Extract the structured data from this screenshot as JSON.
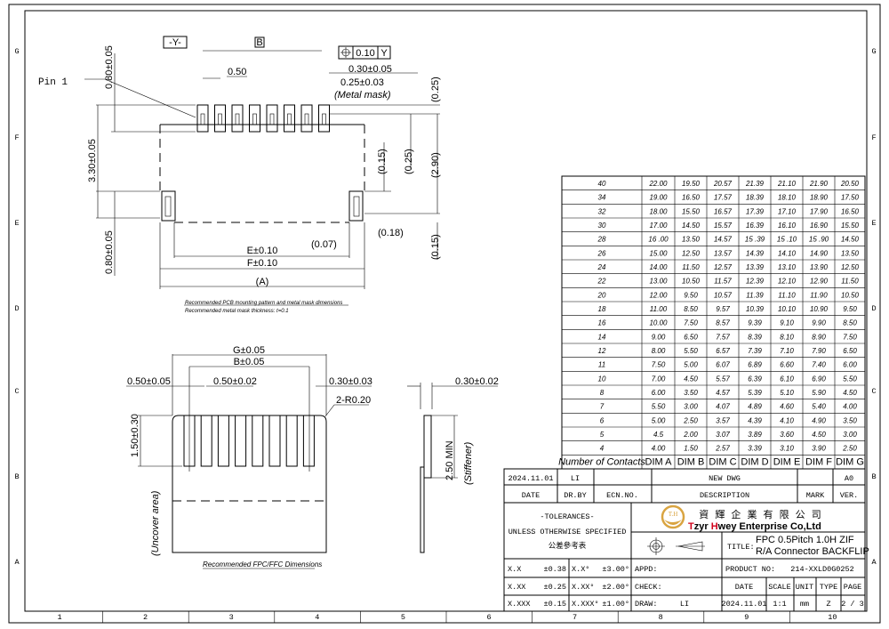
{
  "frame": {
    "rows": [
      "G",
      "F",
      "E",
      "D",
      "C",
      "B",
      "A"
    ],
    "cols": [
      "1",
      "2",
      "3",
      "4",
      "5",
      "6",
      "7",
      "8",
      "9",
      "10"
    ]
  },
  "pcb_view": {
    "datum_y": "-Y-",
    "dim_b": "B",
    "position_tol": "0.10",
    "position_datum": "Y",
    "pitch": "0.50",
    "pad_width": "0.30±0.05",
    "mask_width": "0.25±0.03",
    "mask_note": "(Metal mask)",
    "pin1": "Pin 1",
    "top_pad_len": "0.80±0.05",
    "overall_len": "3.30±0.05",
    "side_pad_len": "0.80±0.05",
    "ref_025a": "(0.25)",
    "ref_025b": "(0.25)",
    "ref_015a": "(0.15)",
    "ref_290": "(2.90)",
    "ref_015b": "(0.15)",
    "ref_007": "(0.07)",
    "ref_018": "(0.18)",
    "dim_e": "E±0.10",
    "dim_f": "F±0.10",
    "dim_a": "(A)",
    "caption1": "Recommended PCB mounting pattern and metal mask dimensions",
    "caption2": "Recommended metal mask thickness: t=0.1"
  },
  "fpc_view": {
    "dim_g": "G±0.05",
    "dim_b": "B±0.05",
    "edge": "0.50±0.05",
    "pitch": "0.50±0.02",
    "finger_w": "0.30±0.03",
    "radius": "2-R0.20",
    "finger_len": "1.50±0.30",
    "uncover": "(Uncover area)",
    "caption": "Recommended FPC/FFC Dimensions"
  },
  "side_view": {
    "thickness": "0.30±0.02",
    "stiffener_len": "2.50 MIN",
    "stiffener": "(Stiffener)"
  },
  "dim_table": {
    "headers": [
      "Number of Contacts",
      "DIM A",
      "DIM B",
      "DIM C",
      "DIM D",
      "DIM E",
      "DIM F",
      "DIM G"
    ],
    "rows": [
      [
        "40",
        "22.00",
        "19.50",
        "20.57",
        "21.39",
        "21.10",
        "21.90",
        "20.50"
      ],
      [
        "34",
        "19.00",
        "16.50",
        "17.57",
        "18.39",
        "18.10",
        "18.90",
        "17.50"
      ],
      [
        "32",
        "18.00",
        "15.50",
        "16.57",
        "17.39",
        "17.10",
        "17.90",
        "16.50"
      ],
      [
        "30",
        "17.00",
        "14.50",
        "15.57",
        "16.39",
        "16.10",
        "16.90",
        "15.50"
      ],
      [
        "28",
        "16 .00",
        "13.50",
        "14.57",
        "15 .39",
        "15 .10",
        "15 .90",
        "14.50"
      ],
      [
        "26",
        "15.00",
        "12.50",
        "13.57",
        "14.39",
        "14.10",
        "14.90",
        "13.50"
      ],
      [
        "24",
        "14.00",
        "11.50",
        "12.57",
        "13.39",
        "13.10",
        "13.90",
        "12.50"
      ],
      [
        "22",
        "13.00",
        "10.50",
        "11.57",
        "12.39",
        "12.10",
        "12.90",
        "11.50"
      ],
      [
        "20",
        "12.00",
        "9.50",
        "10.57",
        "11.39",
        "11.10",
        "11.90",
        "10.50"
      ],
      [
        "18",
        "11.00",
        "8.50",
        "9.57",
        "10.39",
        "10.10",
        "10.90",
        "9.50"
      ],
      [
        "16",
        "10.00",
        "7.50",
        "8.57",
        "9.39",
        "9.10",
        "9.90",
        "8.50"
      ],
      [
        "14",
        "9.00",
        "6.50",
        "7.57",
        "8.39",
        "8.10",
        "8.90",
        "7.50"
      ],
      [
        "12",
        "8.00",
        "5.50",
        "6.57",
        "7.39",
        "7.10",
        "7.90",
        "6.50"
      ],
      [
        "11",
        "7.50",
        "5.00",
        "6.07",
        "6.89",
        "6.60",
        "7.40",
        "6.00"
      ],
      [
        "10",
        "7.00",
        "4.50",
        "5.57",
        "6.39",
        "6.10",
        "6.90",
        "5.50"
      ],
      [
        "8",
        "6.00",
        "3.50",
        "4.57",
        "5.39",
        "5.10",
        "5.90",
        "4.50"
      ],
      [
        "7",
        "5.50",
        "3.00",
        "4.07",
        "4.89",
        "4.60",
        "5.40",
        "4.00"
      ],
      [
        "6",
        "5.00",
        "2.50",
        "3.57",
        "4.39",
        "4.10",
        "4.90",
        "3.50"
      ],
      [
        "5",
        "4.5",
        "2.00",
        "3.07",
        "3.89",
        "3.60",
        "4.50",
        "3.00"
      ],
      [
        "4",
        "4.00",
        "1.50",
        "2.57",
        "3.39",
        "3.10",
        "3.90",
        "2.50"
      ]
    ]
  },
  "title_block": {
    "rev_date": "2024.11.01",
    "rev_by": "LI",
    "rev_ecn": "",
    "rev_desc": "NEW DWG",
    "rev_mark": "",
    "rev_ver": "A0",
    "h_date": "DATE",
    "h_drby": "DR.BY",
    "h_ecn": "ECN.NO.",
    "h_desc": "DESCRIPTION",
    "h_mark": "MARK",
    "h_ver": "VER.",
    "tol_title": "-TOLERANCES-",
    "tol_unless": "UNLESS OTHERWISE SPECIFIED",
    "tol_cn": "公差參考表",
    "logo_text": "T.H",
    "company_cn": "資 輝 企 業 有 限 公 司",
    "company_en_t": "T",
    "company_en_1": "zyr ",
    "company_en_h": "H",
    "company_en_2": "wey Enterprise Co,Ltd",
    "title_label": "TITLE:",
    "title_line1": "FPC 0.5Pitch 1.0H ZIF",
    "title_line2": "R/A Connector BACKFLIP",
    "tol": [
      [
        "X.X",
        "±0.38",
        "X.X°",
        "±3.00°"
      ],
      [
        "X.XX",
        "±0.25",
        "X.XX°",
        "±2.00°"
      ],
      [
        "X.XXX",
        "±0.15",
        "X.XXX°",
        "±1.00°"
      ]
    ],
    "appd": "APPD:",
    "check": "CHECK:",
    "draw": "DRAW:",
    "draw_by": "LI",
    "product_label": "PRODUCT NO:",
    "product_no": "214-XXLD0G0252",
    "h_date2": "DATE",
    "h_scale": "SCALE",
    "h_unit": "UNIT",
    "h_type": "TYPE",
    "h_page": "PAGE",
    "date": "2024.11.01",
    "scale": "1:1",
    "unit": "mm",
    "type": "Z",
    "page": "2 / 3",
    "accent_red": "#d0021b",
    "logo_gold": "#d9a441"
  }
}
